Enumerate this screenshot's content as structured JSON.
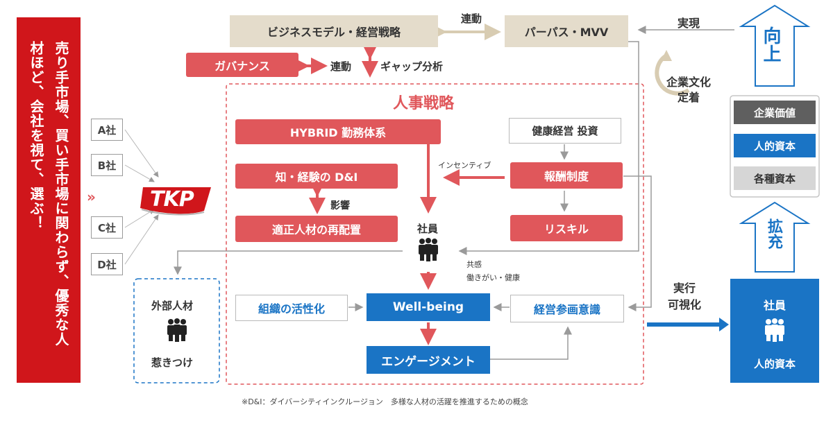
{
  "left_banner": {
    "text": "売り手市場、買い手市場に関わらず、優秀な人材ほど、会社を視て、選ぶ！"
  },
  "companies": [
    "A社",
    "B社",
    "C社",
    "D社"
  ],
  "logo_text": "TKP",
  "top": {
    "business_model": "ビジネスモデル・経営戦略",
    "linkage_label": "連動",
    "purpose": "パーパス・MVV",
    "realize_label": "実現",
    "governance": "ガバナンス",
    "governance_link": "連動",
    "gap_analysis": "ギャップ分析",
    "culture": "企業文化\n定着"
  },
  "hr": {
    "title": "人事戦略",
    "hybrid": "HYBRID 勤務体系",
    "health_invest": "健康経営 投資",
    "incentive_label": "インセンティブ",
    "dei": "知・経験の D&I",
    "reward": "報酬制度",
    "influence_label": "影響",
    "reallocation": "適正人材の再配置",
    "employee_label": "社員",
    "reskill": "リスキル",
    "empathy_label": "共感\n働きがい・健康",
    "org": "組織の活性化",
    "wellbeing": "Well-being",
    "participation": "経営参画意識",
    "engagement": "エンゲージメント"
  },
  "external": {
    "title": "外部人材",
    "sub": "惹きつけ"
  },
  "right": {
    "up_label": "向上",
    "expand_label": "拡充",
    "legend": [
      "企業価値",
      "人的資本",
      "各種資本"
    ],
    "execute_label": "実行\n可視化",
    "capital_title": "社員",
    "capital_sub": "人的資本"
  },
  "footnote": "※D&I：ダイバーシティインクルージョン　多様な人材の活躍を推進するための概念",
  "colors": {
    "red": "#e0575b",
    "banner_red": "#d0161b",
    "blue": "#1a74c5",
    "beige": "#e4dccb"
  }
}
